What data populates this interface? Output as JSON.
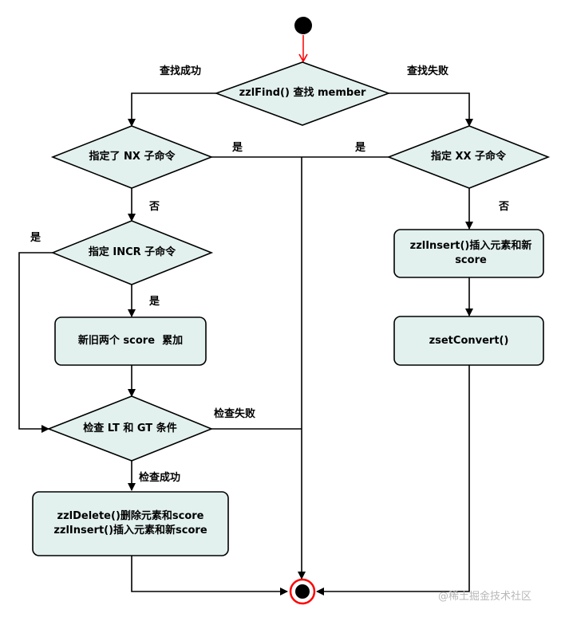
{
  "nodes": {
    "find": "zzlFind() 查找 member",
    "nx": "指定了 NX 子命令",
    "xx": "指定 XX 子命令",
    "incr": "指定 INCR 子命令",
    "sum": "新旧两个 score  累加",
    "check": "检查 LT 和 GT 条件",
    "delete_insert_line1": "zzlDelete()删除元素和score",
    "delete_insert_line2": "zzlInsert()插入元素和新score",
    "insert": "zzlInsert()插入元素和新score",
    "convert": "zsetConvert()"
  },
  "edges": {
    "find_success": "查找成功",
    "find_fail": "查找失败",
    "nx_yes": "是",
    "xx_yes": "是",
    "nx_no": "否",
    "xx_no": "否",
    "incr_yes_left": "是",
    "incr_yes_down": "是",
    "check_fail": "检查失败",
    "check_success": "检查成功"
  },
  "watermark": "@稀土掘金技术社区",
  "colors": {
    "node_fill": "#e2f1ee",
    "stroke": "#000000",
    "start_end": "#ff0000",
    "watermark": "#b8b8b8"
  }
}
